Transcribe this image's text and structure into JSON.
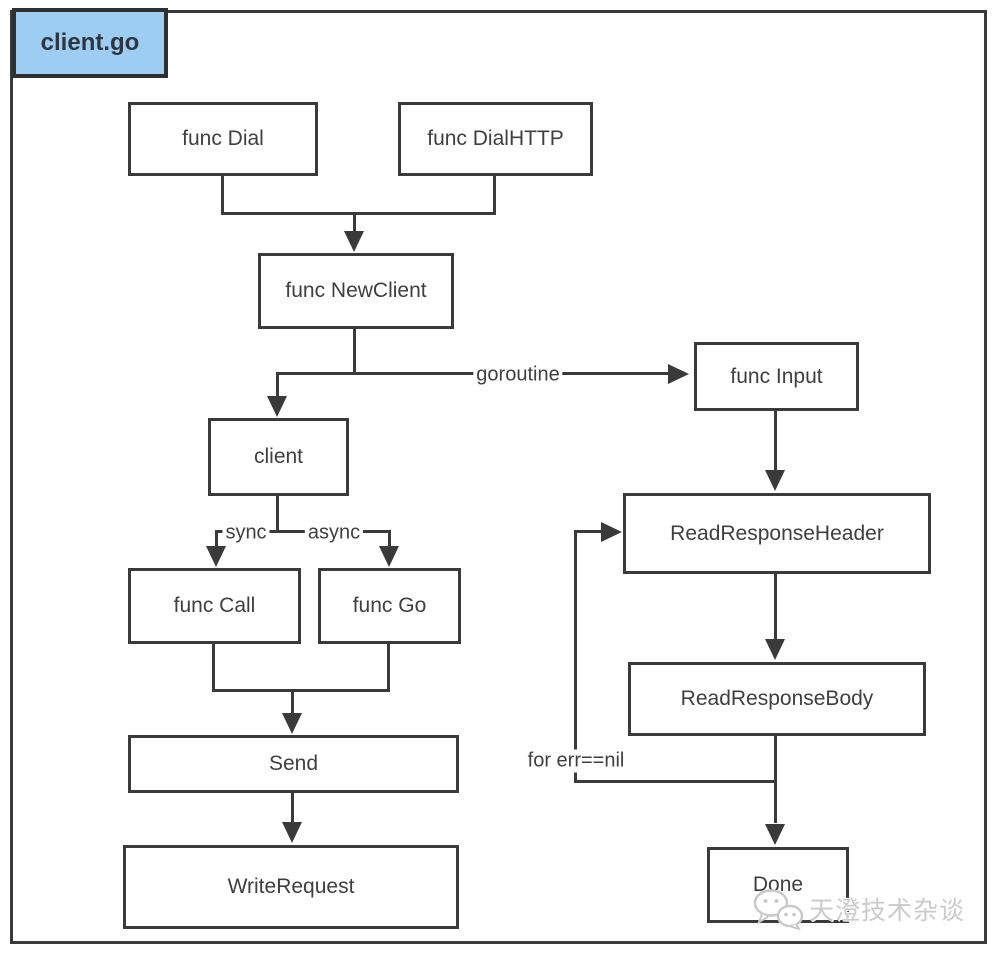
{
  "title": {
    "label": "client.go"
  },
  "nodes": {
    "dial": {
      "label": "func Dial"
    },
    "dialhttp": {
      "label": "func DialHTTP"
    },
    "newclient": {
      "label": "func NewClient"
    },
    "client": {
      "label": "client"
    },
    "call": {
      "label": "func Call"
    },
    "go": {
      "label": "func Go"
    },
    "send": {
      "label": "Send"
    },
    "writerequest": {
      "label": "WriteRequest"
    },
    "input": {
      "label": "func Input"
    },
    "rrheader": {
      "label": "ReadResponseHeader"
    },
    "rrbody": {
      "label": "ReadResponseBody"
    },
    "done": {
      "label": "Done"
    }
  },
  "edge_labels": {
    "goroutine": "goroutine",
    "sync": "sync",
    "async": "async",
    "loop": "for err==nil"
  },
  "watermark": {
    "text": "天澄技术杂谈",
    "icon": "wechat-icon"
  },
  "colors": {
    "line": "#3a3a3a",
    "title_bg": "#9ecdf3",
    "watermark": "#cbcbcb",
    "background": "#ffffff"
  }
}
